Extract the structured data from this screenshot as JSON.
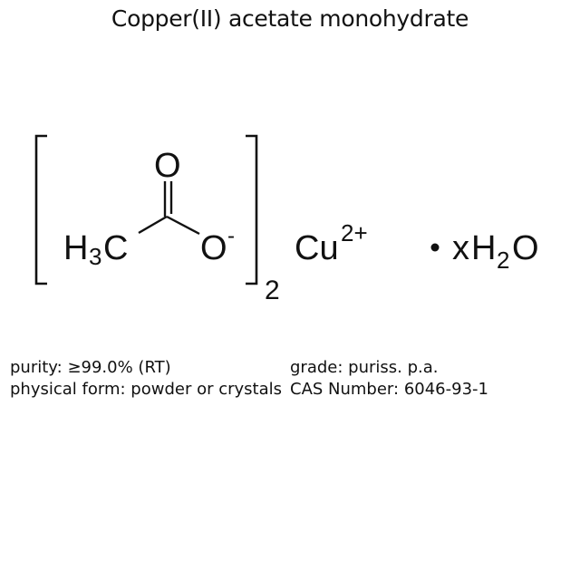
{
  "title": "Copper(II) acetate monohydrate",
  "structure": {
    "ligand": {
      "methyl_H": "H",
      "methyl_sub": "3",
      "methyl_C": "C",
      "carbonyl_O": "O",
      "anion_O": "O",
      "anion_charge": "-"
    },
    "bracket_subscript": "2",
    "cation": {
      "symbol": "Cu",
      "charge": "2+"
    },
    "hydrate": {
      "dot": "•",
      "prefix": "x",
      "H": "H",
      "sub": "2",
      "O": "O"
    },
    "line_color": "#111111"
  },
  "properties": {
    "left": [
      {
        "label": "purity:",
        "value": "≥99.0% (RT)"
      },
      {
        "label": "physical form:",
        "value": "powder or crystals"
      }
    ],
    "right": [
      {
        "label": "grade:",
        "value": "puriss. p.a."
      },
      {
        "label": "CAS Number:",
        "value": "6046-93-1"
      }
    ]
  }
}
